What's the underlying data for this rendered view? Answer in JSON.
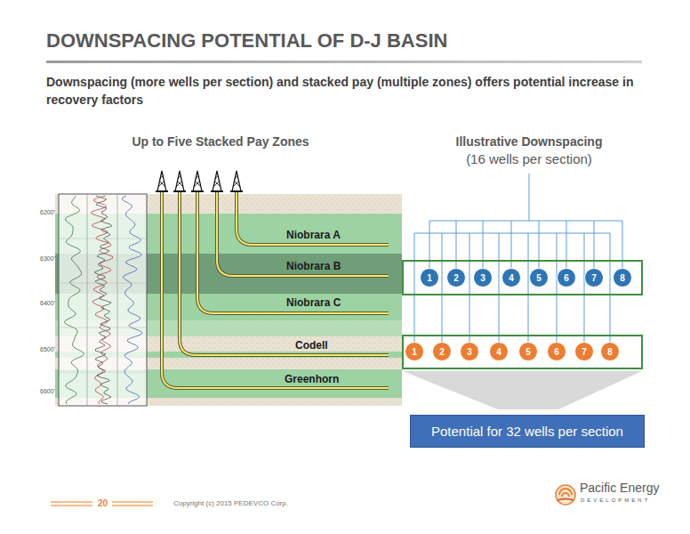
{
  "diagram": {
    "title": "DOWNSPACING POTENTIAL OF D-J BASIN",
    "nodes": [
      {
        "text": [
          "Niobrara A"
        ]
      },
      {
        "text": [
          "Niobrara B"
        ]
      },
      {
        "text": [
          "Niobrara C"
        ]
      },
      {
        "text": [
          "Codell"
        ]
      },
      {
        "text": [
          "Greenhorn"
        ]
      },
      {
        "text": [
          "1"
        ]
      },
      {
        "text": [
          "2"
        ]
      },
      {
        "text": [
          "3"
        ]
      },
      {
        "text": [
          "4"
        ]
      },
      {
        "text": [
          "5"
        ]
      },
      {
        "text": [
          "6"
        ]
      },
      {
        "text": [
          "7"
        ]
      },
      {
        "text": [
          "8"
        ]
      },
      {
        "text": [
          "1"
        ]
      },
      {
        "text": [
          "2"
        ]
      },
      {
        "text": [
          "3"
        ]
      },
      {
        "text": [
          "4"
        ]
      },
      {
        "text": [
          "5"
        ]
      },
      {
        "text": [
          "6"
        ]
      },
      {
        "text": [
          "7"
        ]
      },
      {
        "text": [
          "8"
        ]
      },
      {
        "text": [
          "Potential for 32 wells per section"
        ]
      }
    ],
    "labels": [
      "Downspacing (more wells per section) and stacked pay (multiple zones) offers potential increase in recovery factors",
      "Up to Five Stacked Pay Zones",
      "Illustrative Downspacing",
      "(16 wells per section)",
      "6200'",
      "6300'",
      "6400'",
      "6500'",
      "6600'",
      "20",
      "Copyright (c) 2015 PEDEVCO Corp.",
      "Pacific Energy",
      "DEVELOPMENT"
    ]
  }
}
